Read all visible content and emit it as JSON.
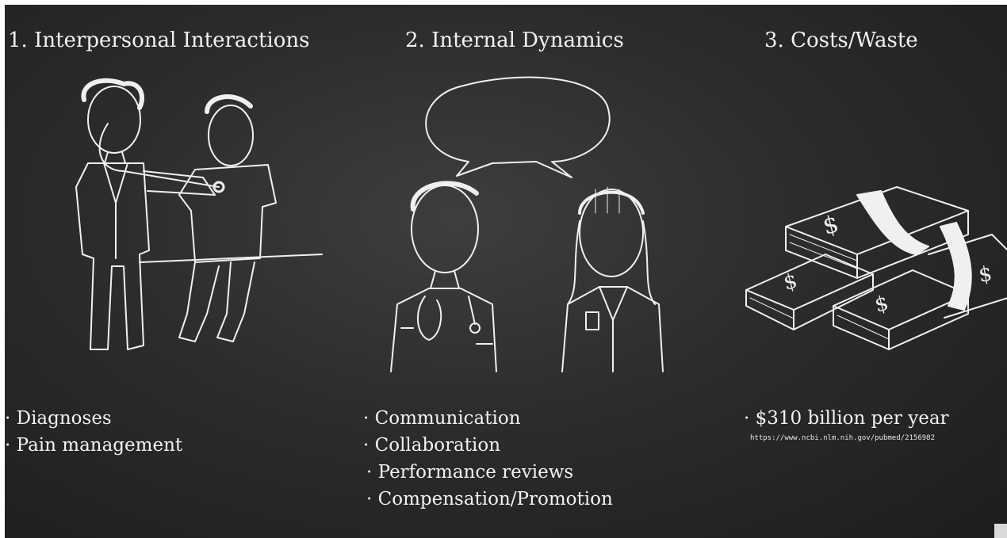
{
  "columns": [
    {
      "title": "1. Interpersonal Interactions",
      "illustration": "doctor-examining-patient",
      "bullets": [
        "Diagnoses",
        "Pain management"
      ]
    },
    {
      "title": "2. Internal Dynamics",
      "illustration": "doctors-speech-bubble",
      "bullets": [
        "Communication",
        "Collaboration",
        "Performance reviews",
        "Compensation/Promotion"
      ]
    },
    {
      "title": "3. Costs/Waste",
      "illustration": "money-stacks",
      "bullets": [
        "$310 billion per year"
      ],
      "source_url": "https://www.ncbi.nlm.nih.gov/pubmed/2156982"
    }
  ],
  "bullet_marker": "·",
  "colors": {
    "board": "#2c2c2c",
    "chalk": "#f2f2f2"
  }
}
